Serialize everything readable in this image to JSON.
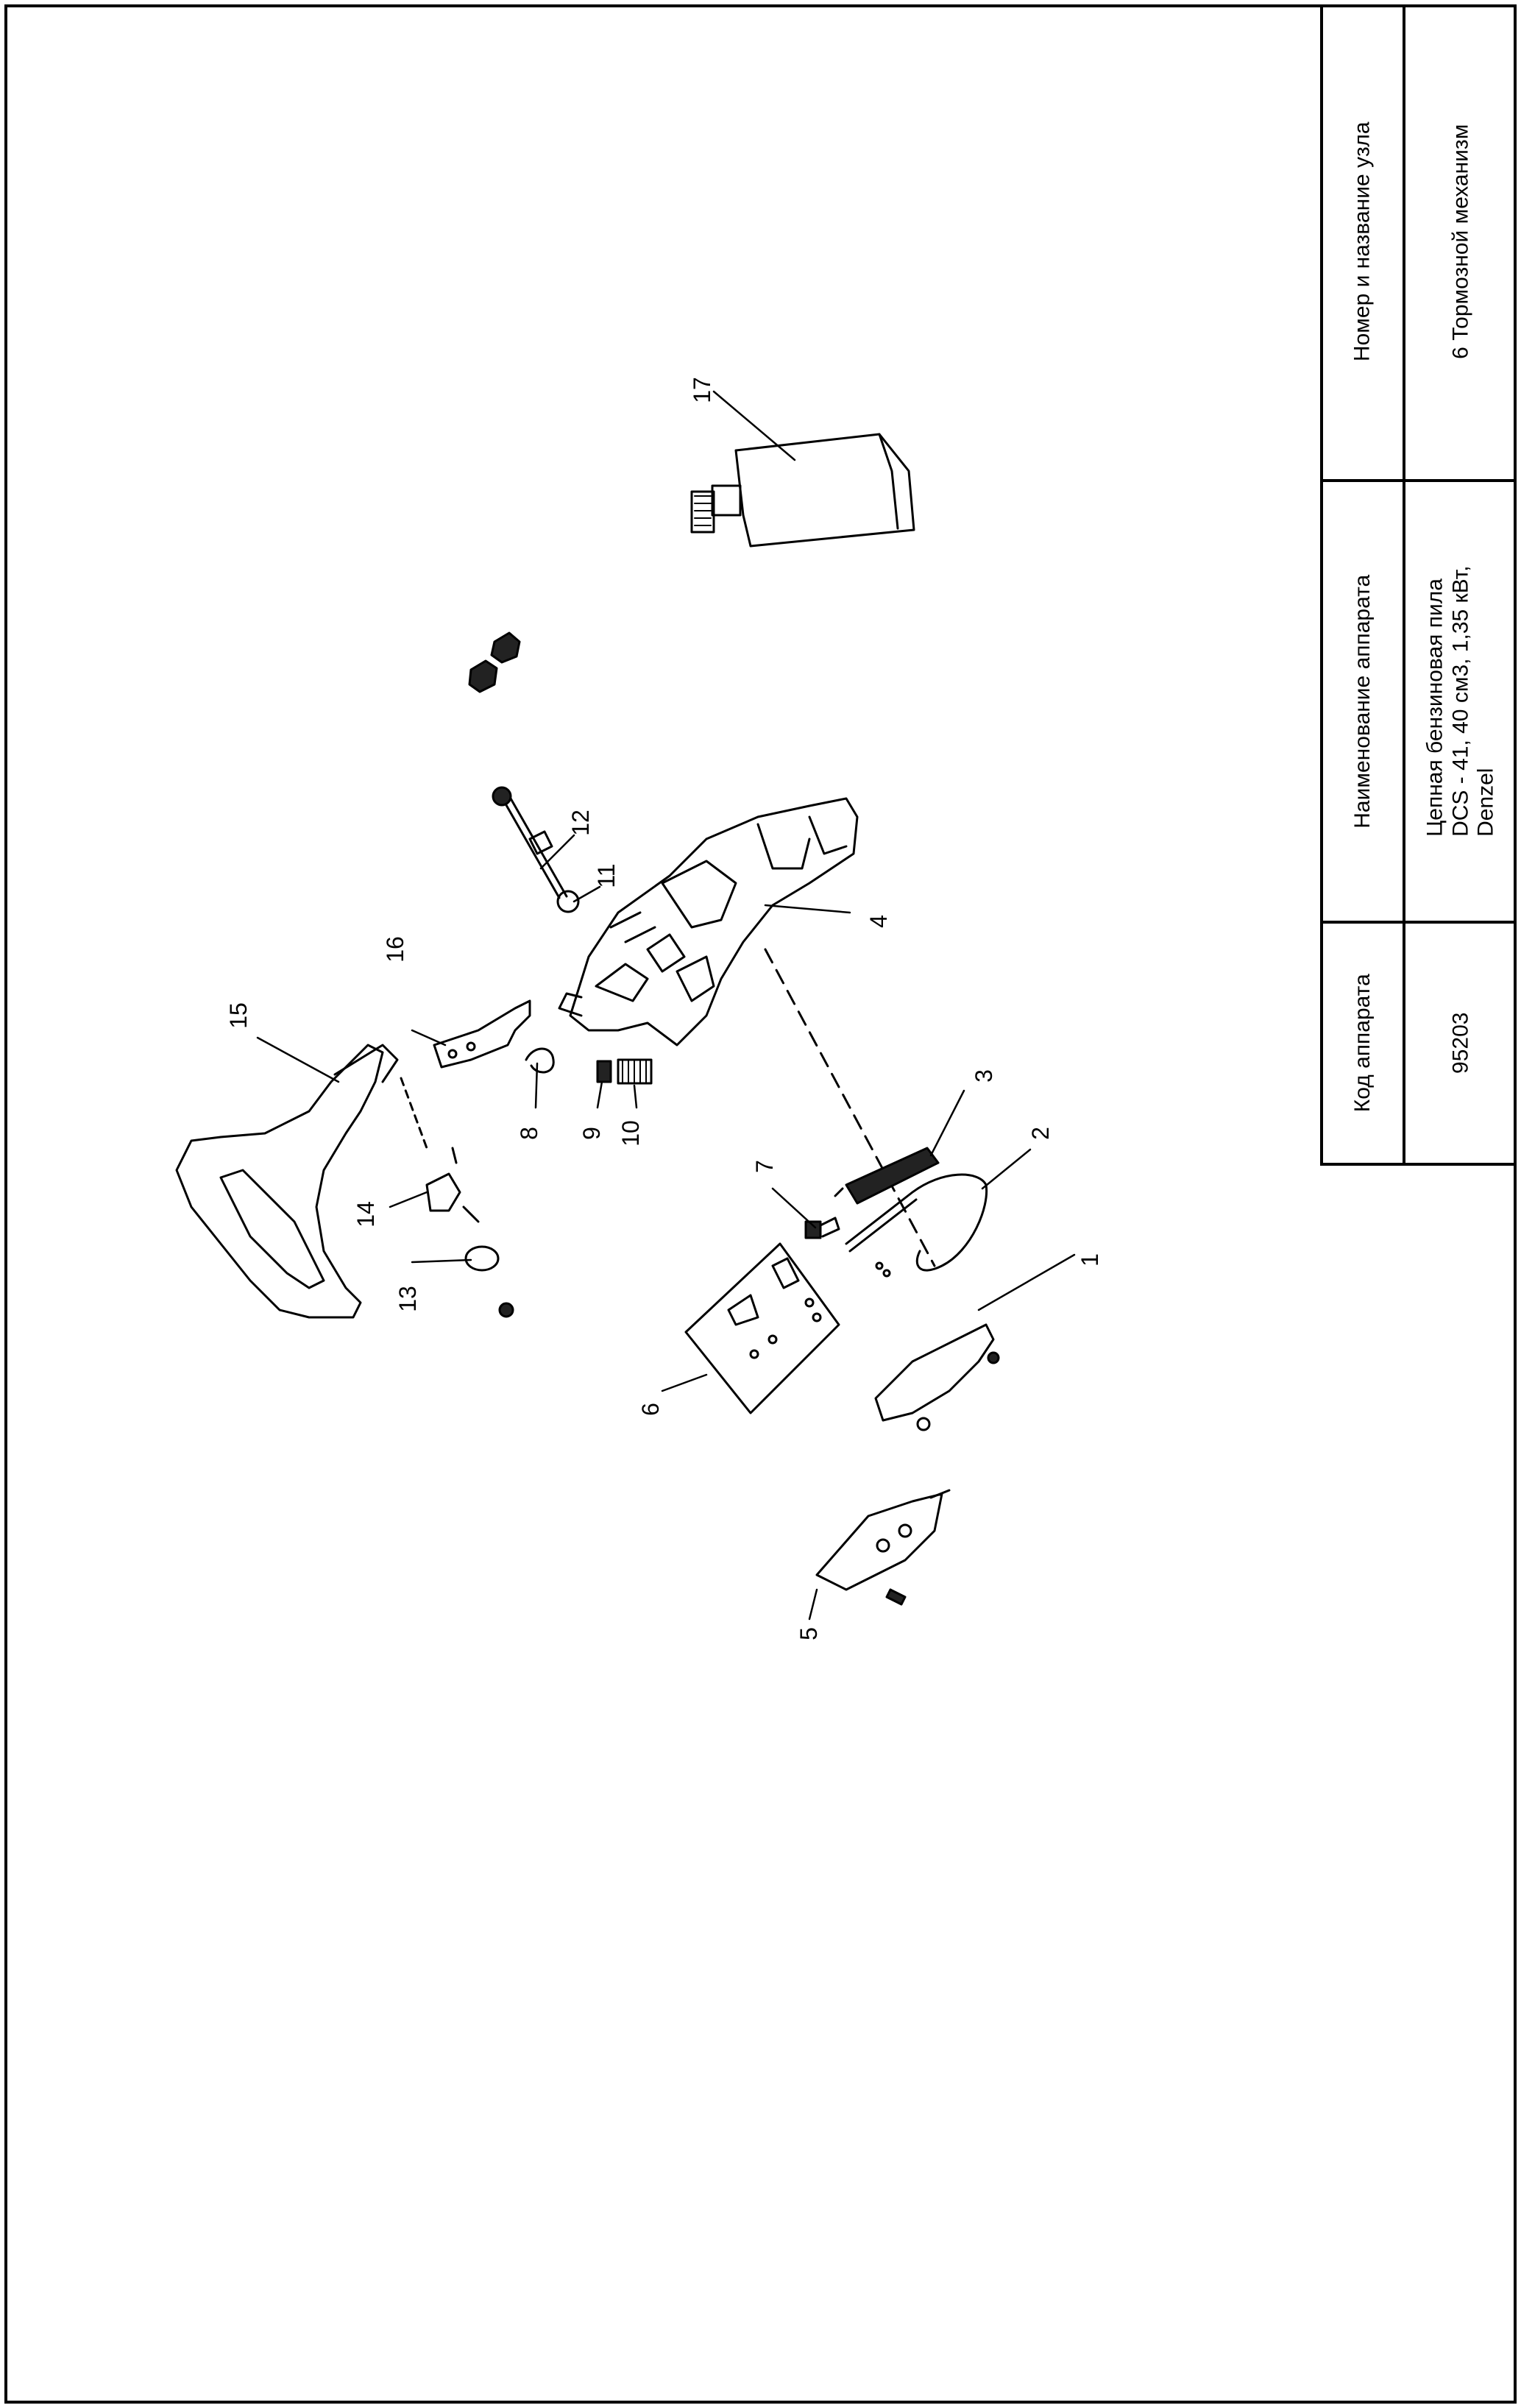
{
  "title_block": {
    "col_code": {
      "header": "Код аппарата",
      "value": "95203"
    },
    "col_name": {
      "header": "Наименование аппарата",
      "value_lines": [
        "Цепная бензиновая пила",
        "DCS - 41, 40 см3, 1,35 кВт,",
        "Denzel"
      ]
    },
    "col_node": {
      "header": "Номер и название узла",
      "value": "6 Тормозной механизм"
    }
  },
  "callouts": [
    "1",
    "2",
    "3",
    "4",
    "5",
    "6",
    "7",
    "8",
    "9",
    "10",
    "11",
    "12",
    "13",
    "14",
    "15",
    "16",
    "17"
  ]
}
